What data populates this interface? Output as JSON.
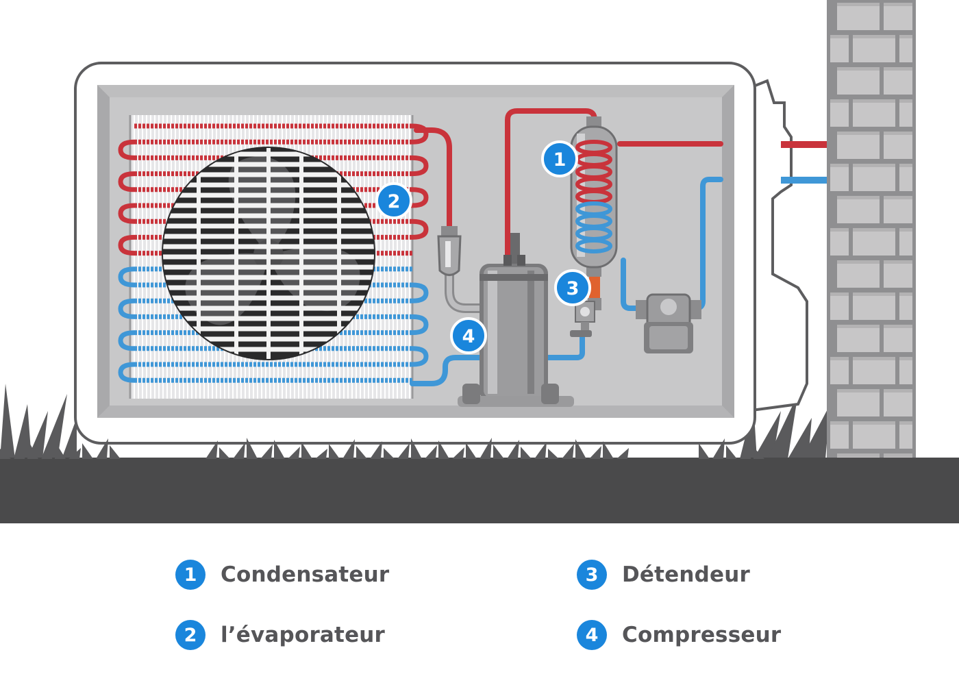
{
  "diagram": {
    "markers": [
      {
        "number": "1",
        "component": "condenser"
      },
      {
        "number": "2",
        "component": "evaporator"
      },
      {
        "number": "3",
        "component": "expansion-valve"
      },
      {
        "number": "4",
        "component": "compressor"
      }
    ]
  },
  "legend": {
    "items": [
      {
        "number": "1",
        "label": "Condensateur"
      },
      {
        "number": "2",
        "label": "l’évaporateur"
      },
      {
        "number": "3",
        "label": "Détendeur"
      },
      {
        "number": "4",
        "label": "Compresseur"
      }
    ]
  },
  "colors": {
    "hot_pipe": "#c9333b",
    "cold_pipe": "#3f97d7",
    "badge": "#1a86dc",
    "casing_inner": "#c8c8c9",
    "ground": "#4a4a4b",
    "wall": "#c7c6c7",
    "outline": "#5d5d5f"
  }
}
